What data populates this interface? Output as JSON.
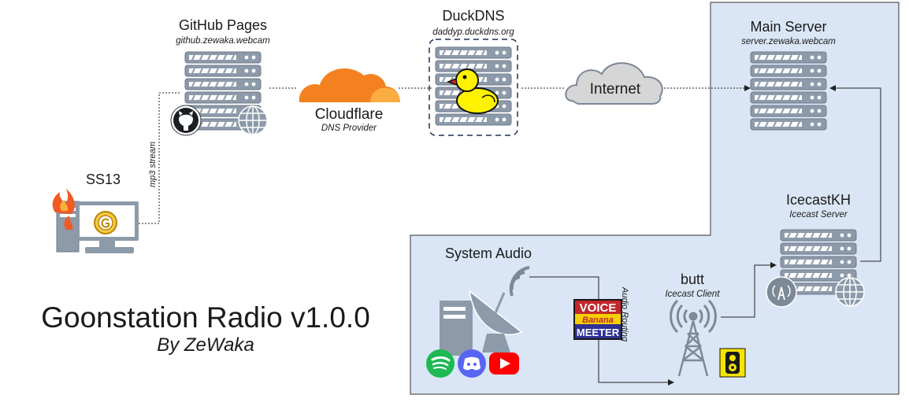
{
  "nodes": {
    "github": {
      "title": "GitHub Pages",
      "subtitle": "github.zewaka.webcam"
    },
    "duckdns": {
      "title": "DuckDNS",
      "subtitle": "daddyp.duckdns.org"
    },
    "cloudflare": {
      "title": "Cloudflare",
      "subtitle": "DNS Provider"
    },
    "internet": {
      "title": "Internet"
    },
    "main_server": {
      "title": "Main Server",
      "subtitle": "server.zewaka.webcam"
    },
    "ss13": {
      "title": "SS13"
    },
    "icecast": {
      "title": "IcecastKH",
      "subtitle": "Icecast Server"
    },
    "butt": {
      "title": "butt",
      "subtitle": "Icecast Client"
    },
    "system_audio": {
      "title": "System Audio"
    },
    "voicemeeter": {
      "line1": "VOICE",
      "line2": "Banana",
      "line3": "MEETER"
    }
  },
  "edges": {
    "mp3_stream": "mp3 stream",
    "audio_routing": "Audio Routing"
  },
  "heading": {
    "title": "Goonstation Radio v1.0.0",
    "author": "By ZeWaka"
  },
  "colors": {
    "panel_fill": "#dae6f5",
    "server_body": "#8d9aaa",
    "cloudflare_orange": "#f48120",
    "duck_yellow": "#fff200",
    "spotify_green": "#1db954",
    "discord_blue": "#5865f2",
    "youtube_red": "#ff0000"
  }
}
